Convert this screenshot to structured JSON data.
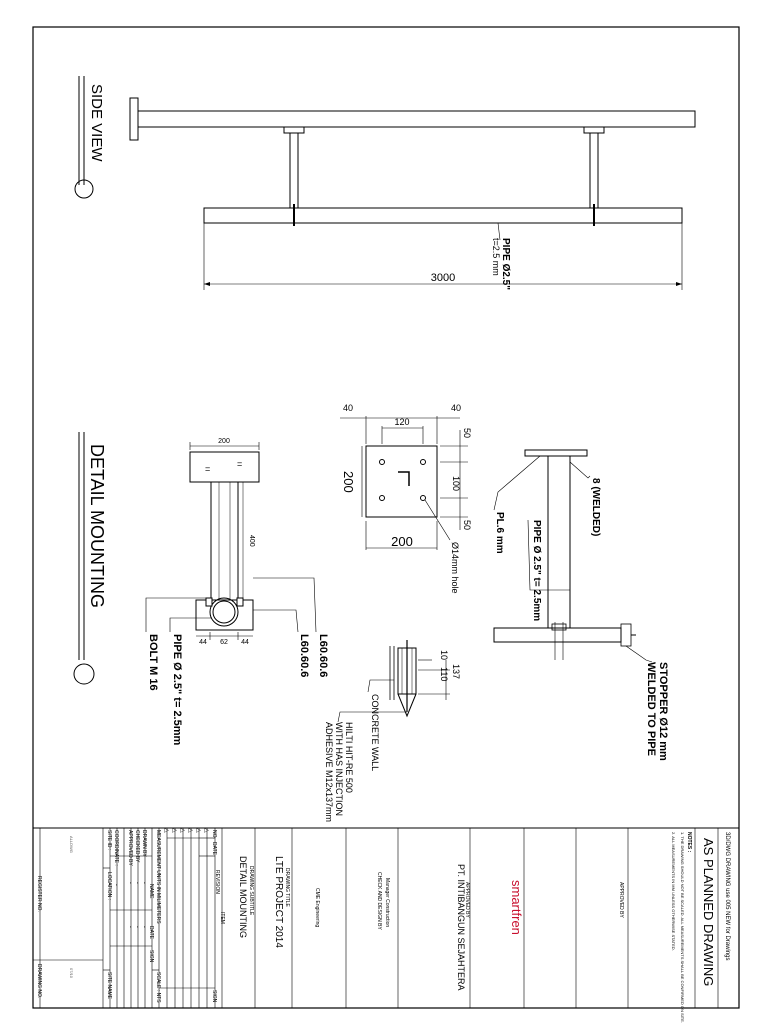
{
  "views": {
    "side_view_title": "SIDE VIEW",
    "detail_title": "DETAIL MOUNTING"
  },
  "side_view": {
    "pipe_label_1": "PIPE Ø2.5\"",
    "pipe_label_2": "t=2.5 mm",
    "length": "3000"
  },
  "clamp_detail": {
    "dim_width": "200",
    "dim_length": "400",
    "dim_a": "44",
    "dim_b": "62",
    "dim_c": "44",
    "label_l60_1": "L60.60.6",
    "label_l60_2": "L60.60.6",
    "label_bolt": "BOLT M 16",
    "label_pipe": "PIPE Ø 2.5\" t= 2.5mm"
  },
  "plate_detail": {
    "dim_top_left": "40",
    "dim_top_mid": "120",
    "dim_top_right": "40",
    "dim_right_1": "50",
    "dim_right_2": "100",
    "dim_right_3": "50",
    "dim_side": "200",
    "dim_bottom": "200",
    "hole_label": "Ø14mm hole"
  },
  "pole_detail": {
    "label_weld": "8 (WELDED)",
    "label_pipe": "PIPE Ø 2.5\" t= 2.5mm",
    "label_plate": "PL.6 mm",
    "label_stopper_1": "STOPPER Ø12 mm",
    "label_stopper_2": "WELDED TO PIPE"
  },
  "anchor_detail": {
    "dim_137": "137",
    "dim_110": "110",
    "dim_10": "10",
    "label_wall": "CONCRETE WALL",
    "spec_1": "HILTI HIT-RE 500",
    "spec_2": "WITH HAS INJECTION",
    "spec_3": "ADHESIVE M12x137mm"
  },
  "title_block": {
    "drawing_title": "AS PLANNED DRAWING",
    "top_note": "3D/DWG DRAWING use 005 NEW for Drawings",
    "notes_heading": "NOTES :",
    "note_1": "1. THE DRAWING SHOULD NOT BE SCALED. ALL MEASUREMENTS SHALL BE CONFIRMED ON SITE.",
    "note_2": "2. ALL MEASUREMENTS IN MM UNLESS OTHERWISE STATED.",
    "approved_by_1": "APPROVED BY",
    "company_logo": "smartfren",
    "approved_by_2": "APPROVED BY",
    "contractor": "PT. INTIBANGUN SEJAHTERA",
    "manager_line": "Manager Construction",
    "check_line": "CHECK AND DESIGN BY",
    "engineer_line": "CME Engineering",
    "drawing_title_label": "DRAWING TITLE",
    "project": "LTE PROJECT 2014",
    "subtitle_label": "DRAWING SUBTITLE",
    "subtitle": "DETAIL MOUNTING",
    "revision_label": "REVISION",
    "col_no": "NO.",
    "col_date": "DATE",
    "col_item": "ITEM",
    "col_sign": "SIGN",
    "measurement_units": "MEASUREMENT UNITS IN MILIMETERS",
    "scale": "SCALE : NTS",
    "col_name": "NAME",
    "col_date2": "DATE",
    "col_sign2": "SIGN",
    "drawn_by": "DRAWN BY",
    "checked_by": "CHECKED BY",
    "approved_by": "APPROVED BY",
    "coordinate": "COORDINATE :",
    "site_id": "SITE ID :",
    "location": "LOCATION :",
    "site_name": "SITE NAME",
    "dash": "-",
    "register_no": "REGISTER NO.",
    "drawing_no": "DRAWING NO.",
    "small_1": "ALLDWG",
    "small_2": "07/10"
  }
}
